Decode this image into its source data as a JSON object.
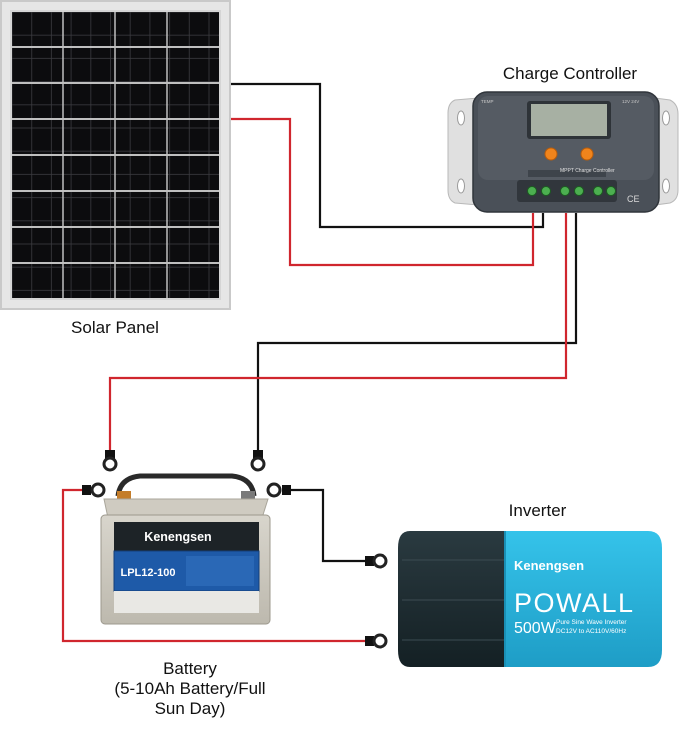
{
  "labels": {
    "solar_panel": "Solar Panel",
    "charge_controller": "Charge Controller",
    "inverter": "Inverter",
    "battery_title": "Battery",
    "battery_note_line1": "(5-10Ah Battery/Full",
    "battery_note_line2": "Sun Day)"
  },
  "controller": {
    "screen_label": "MPPT Charge Controller",
    "top_left_tag": "TEMP",
    "top_right_tag": "12V 24V"
  },
  "battery": {
    "brand": "Kenengsen",
    "model": "LPL12-100"
  },
  "inverter": {
    "brand": "Kenengsen",
    "product": "POWALL",
    "wattage": "500W",
    "desc_line1": "Pure Sine Wave Inverter",
    "desc_line2": "DC12V to AC110V/60Hz"
  },
  "colors": {
    "positive_wire": "#d0262e",
    "negative_wire": "#111111",
    "inverter_accent": "#2ab4dd",
    "controller_body": "#4a5058"
  }
}
